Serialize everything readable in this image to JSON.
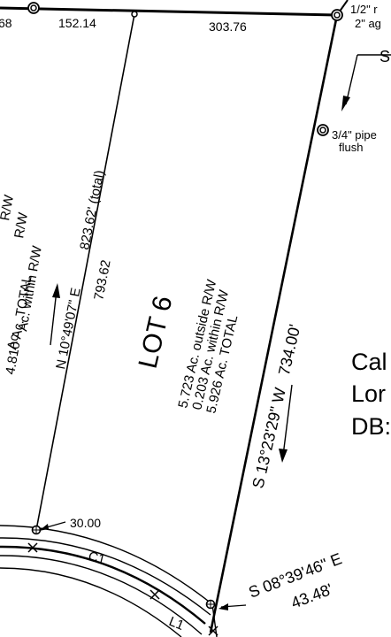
{
  "top_line": {
    "left_value": "68",
    "mid_left_value": "152.14",
    "mid_right_value": "303.76"
  },
  "corner_note": {
    "line1": "1/2\" r",
    "line2": "2\" ag"
  },
  "top_right_letter": "S",
  "pipe_note": {
    "line1": "3/4\" pipe",
    "line2": "flush"
  },
  "left_lot": {
    "rw_a": "R/W",
    "rw_b": "R/W",
    "within": "Ac. within R/W",
    "partial": "Ac.",
    "total": "4.810 Ac. TOTAL"
  },
  "west_line": {
    "bearing": "N 10°49'07\" E",
    "total_dist": "823.62' (total)",
    "dist": "793.62"
  },
  "lot": {
    "title": "LOT 6",
    "line1": "5.723 Ac. outside R/W",
    "line2": "0.203 Ac. within R/W",
    "line3": "5.926 Ac. TOTAL"
  },
  "east_line": {
    "bearing_dist": "S 13°23'29\" W   734.00'"
  },
  "right_text": [
    "Cal",
    "Lor",
    "DB:"
  ],
  "bottom": {
    "dist_30": "30.00",
    "curve": "C1",
    "line": "L1",
    "bearing": "S 08°39'46\" E",
    "dist": "43.48'"
  },
  "colors": {
    "ink": "#000000",
    "paper": "#ffffff"
  }
}
